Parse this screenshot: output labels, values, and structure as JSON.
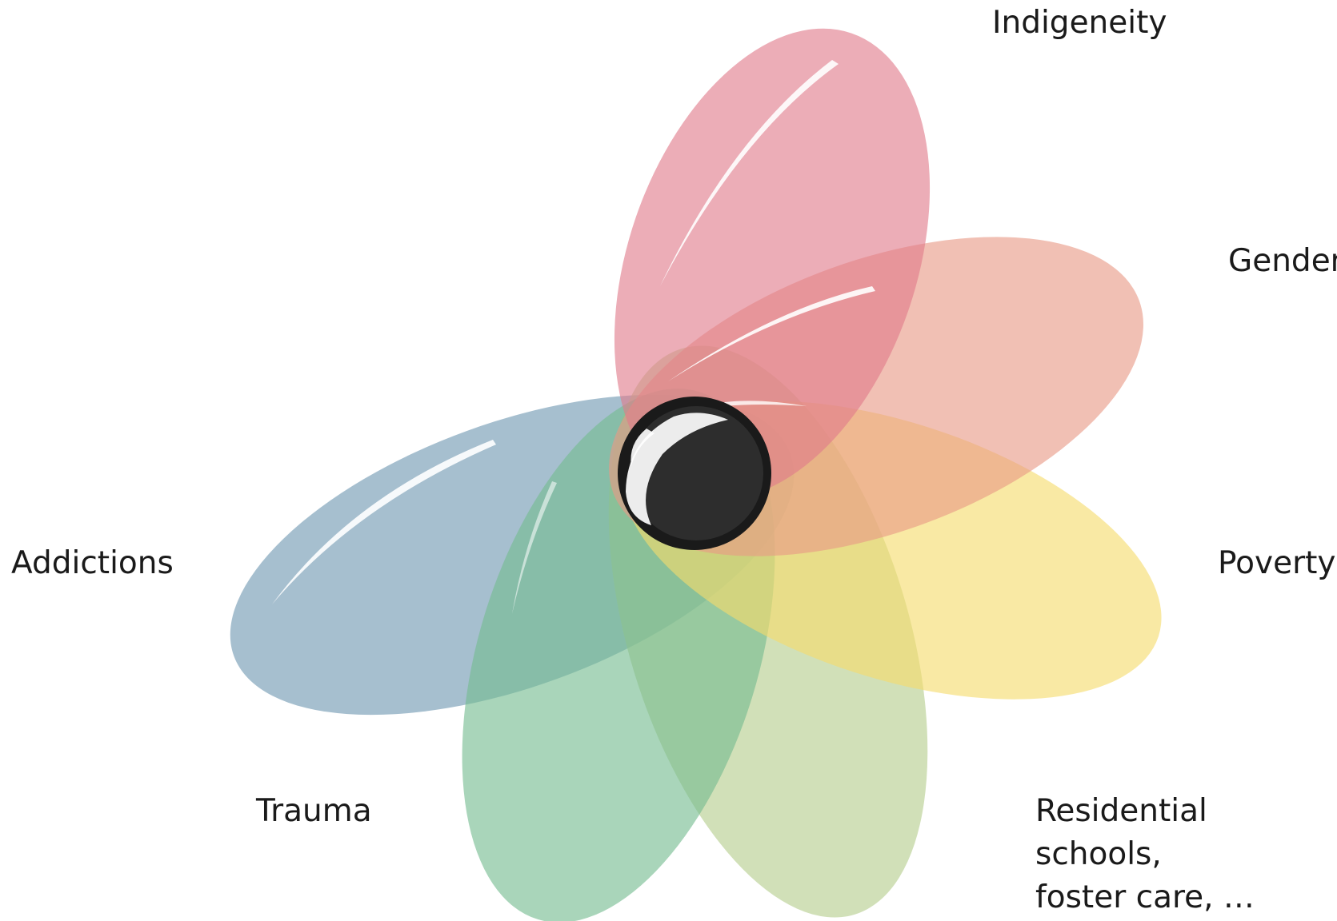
{
  "petals": [
    {
      "id": "indigeneity",
      "label": "Indigeneity",
      "color": "#e07a8a"
    },
    {
      "id": "gender",
      "label": "Gender",
      "color": "#e99a86"
    },
    {
      "id": "poverty",
      "label": "Poverty",
      "color": "#f6dc6c"
    },
    {
      "id": "residential",
      "label": "Residential schools,\nfoster care, …",
      "color": "#b5cd8d"
    },
    {
      "id": "trauma",
      "label": "Trauma",
      "color": "#74bb90"
    },
    {
      "id": "addictions",
      "label": "Addictions",
      "color": "#6f97b1"
    }
  ],
  "center_colors": {
    "fill": "#2d2d2d",
    "highlight": "#ececec",
    "rim": "#1a1a1a"
  }
}
